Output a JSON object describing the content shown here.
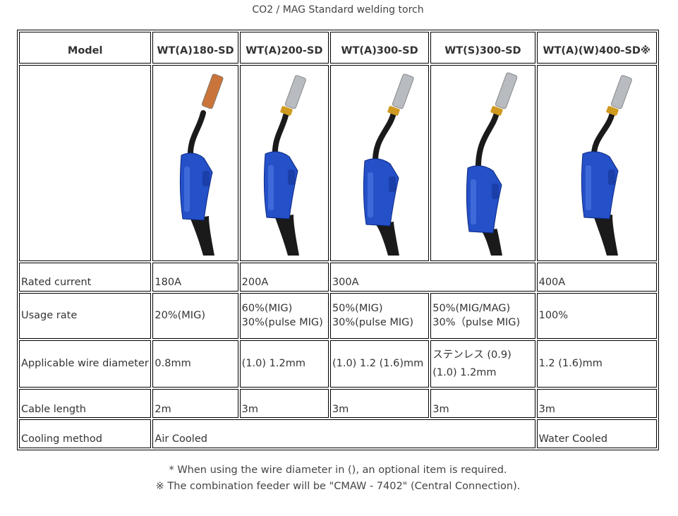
{
  "caption": "CO2 / MAG Standard welding torch",
  "header": {
    "label": "Model",
    "models": [
      "WT(A)180-SD",
      "WT(A)200-SD",
      "WT(A)300-SD",
      "WT(S)300-SD",
      "WT(A)(W)400-SD※"
    ]
  },
  "torch_icons": [
    "welding-torch-180-icon",
    "welding-torch-200-icon",
    "welding-torch-300a-icon",
    "welding-torch-300s-icon",
    "welding-torch-400-icon"
  ],
  "colors": {
    "handle_blue": "#2450c8",
    "cable_black": "#1a1a1a",
    "copper_tip": "#c8743a",
    "steel_nozzle": "#b8bcc0",
    "brass_ring": "#d09a20"
  },
  "rows": {
    "rated_current": {
      "label": "Rated current",
      "v180": "180A",
      "v200": "200A",
      "v300": "300A",
      "v400": "400A"
    },
    "usage_rate": {
      "label": "Usage rate",
      "v180": "20%(MIG)",
      "v200_line1": "60%(MIG)",
      "v200_line2": "30%(pulse MIG)",
      "v300a_line1": "50%(MIG)",
      "v300a_line2": "30%(pulse MIG)",
      "v300s_line1": "50%(MIG/MAG)",
      "v300s_line2": "30%（pulse MIG)",
      "v400": "100%"
    },
    "wire_diameter": {
      "label": "Applicable wire diameter",
      "v180": "0.8mm",
      "v200": "(1.0) 1.2mm",
      "v300a": "(1.0) 1.2 (1.6)mm",
      "v300s_line1": "ステンレス (0.9)",
      "v300s_line2": "(1.0) 1.2mm",
      "v400": "1.2 (1.6)mm"
    },
    "cable_length": {
      "label": "Cable length",
      "v180": "2m",
      "v200": "3m",
      "v300a": "3m",
      "v300s": "3m",
      "v400": "3m"
    },
    "cooling": {
      "label": "Cooling method",
      "air": "Air Cooled",
      "water": "Water Cooled"
    }
  },
  "notes": [
    "* When using the wire diameter in (), an optional item is required.",
    "※ The combination feeder will be \"CMAW - 7402\" (Central Connection)."
  ]
}
